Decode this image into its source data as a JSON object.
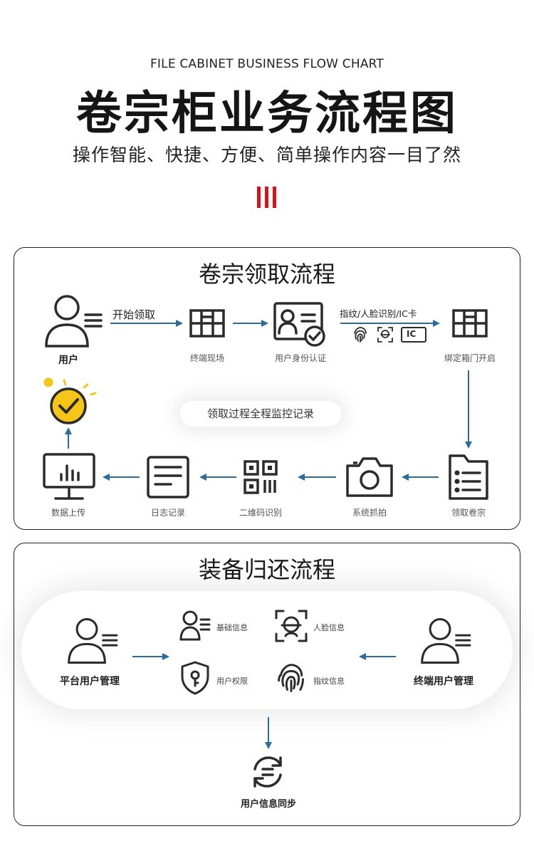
{
  "header": {
    "subtitle_en": "FILE CABINET BUSINESS FLOW CHART",
    "title": "卷宗柜业务流程图",
    "tagline": "操作智能、快捷、方便、简单操作内容一目了然"
  },
  "colors": {
    "arrow": "#2a6d9b",
    "accent": "#d6121a",
    "icon_stroke": "#2b2b2b",
    "check_yellow": "#f5c518"
  },
  "flow1": {
    "title": "卷宗领取流程",
    "user_label": "用户",
    "start_label": "开始领取",
    "terminal_label": "终端现场",
    "auth_label": "用户身份认证",
    "methods_label": "指纹/人脸识别/IC卡",
    "ic_label": "IC",
    "bind_label": "绑定箱门开启",
    "monitor_label": "领取过程全程监控记录",
    "take_label": "领取卷宗",
    "photo_label": "系统抓拍",
    "qr_label": "二维码识别",
    "log_label": "日志记录",
    "upload_label": "数据上传"
  },
  "flow2": {
    "title": "装备归还流程",
    "platform_label": "平台用户管理",
    "terminal_user_label": "终端用户管理",
    "basic_info": "基础信息",
    "face_info": "人脸信息",
    "permission": "用户权限",
    "fingerprint_info": "指纹信息",
    "sync_label": "用户信息同步"
  }
}
